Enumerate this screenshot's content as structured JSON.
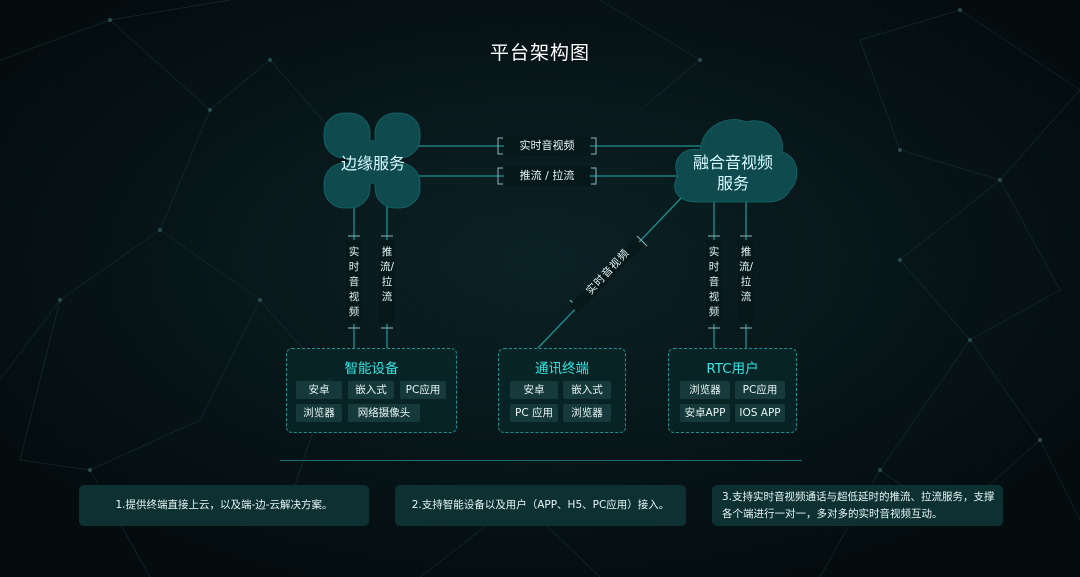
{
  "title": "平台架构图",
  "edge_service": {
    "label": "边缘服务"
  },
  "cloud_service": {
    "label_line1": "融合音视频",
    "label_line2": "服务"
  },
  "h_links": [
    {
      "label": "实时音视频"
    },
    {
      "label": "推流 / 拉流"
    }
  ],
  "v_links": {
    "edge_left": "实时音视频",
    "edge_right": "推流/拉流",
    "cloud_left": "实时音视频",
    "cloud_right": "推流/拉流",
    "diagonal": "实时音视频"
  },
  "groups": {
    "smart_devices": {
      "title": "智能设备",
      "chips": [
        "安卓",
        "嵌入式",
        "PC应用",
        "浏览器",
        "网络摄像头"
      ]
    },
    "comm_terminal": {
      "title": "通讯终端",
      "chips": [
        "安卓",
        "嵌入式",
        "PC 应用",
        "浏览器"
      ]
    },
    "rtc_user": {
      "title": "RTC用户",
      "chips": [
        "浏览器",
        "PC应用",
        "安卓APP",
        "IOS APP"
      ]
    }
  },
  "notes": [
    "1.提供终端直接上云，以及端-边-云解决方案。",
    "2.支持智能设备以及用户（APP、H5、PC应用）接入。",
    "3.支持实时音视频通话与超低延时的推流、拉流服务，支撑各个端进行一对一，多对多的实时音视频互动。"
  ],
  "colors": {
    "accent": "#34e6e3",
    "node": "#0e4a4e",
    "line": "#1f8f90",
    "background": "#061214"
  }
}
